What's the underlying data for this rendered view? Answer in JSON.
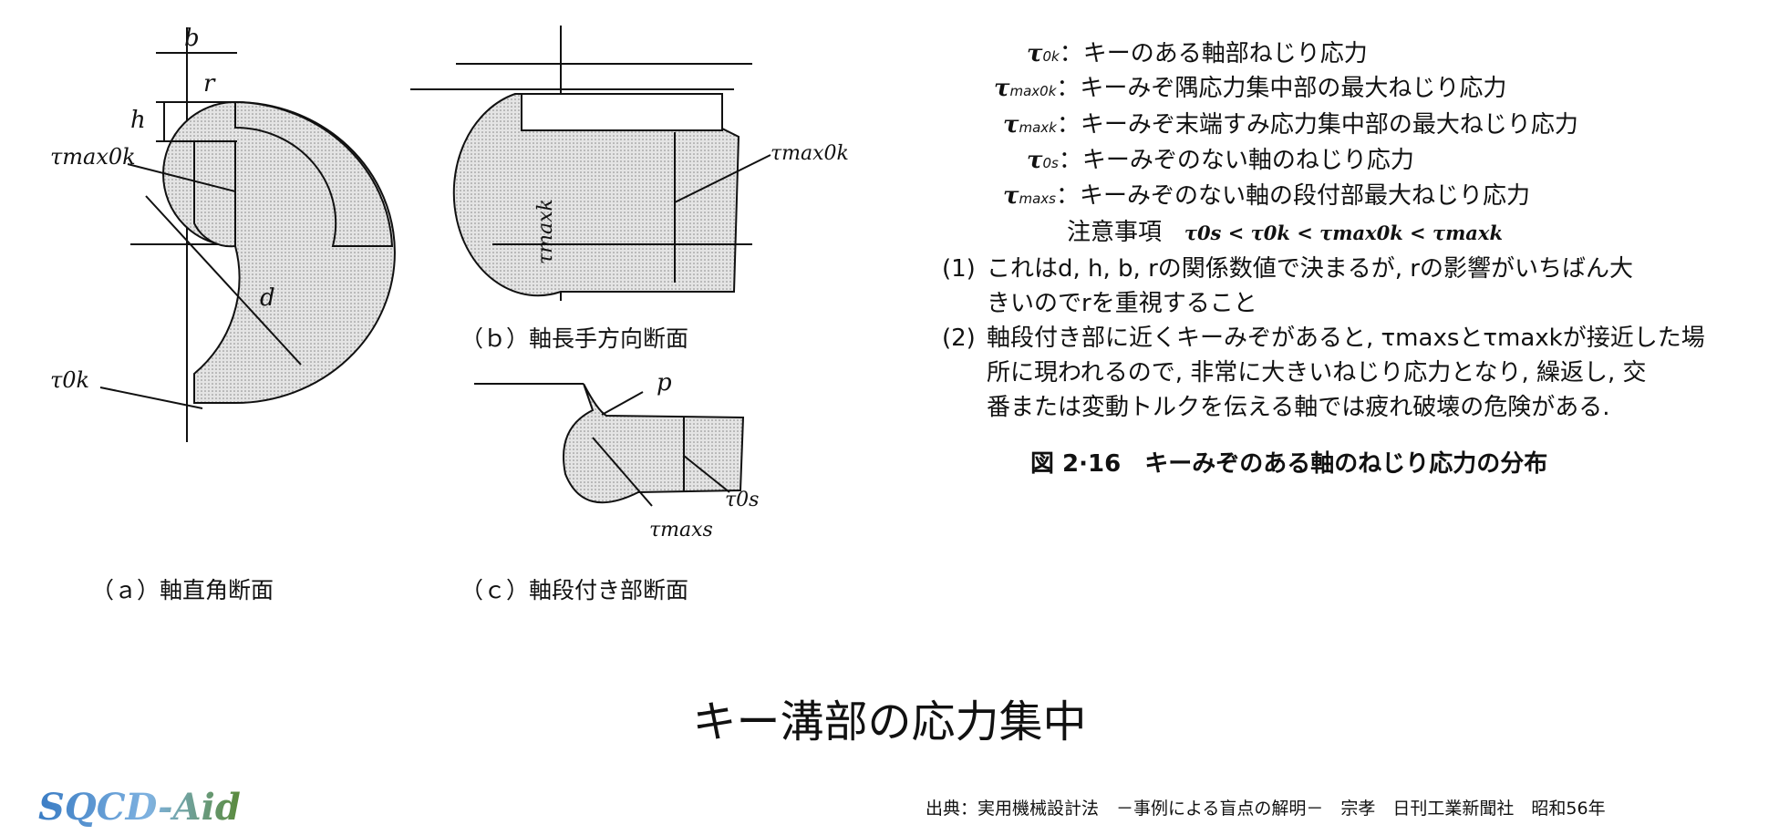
{
  "diagram_labels": {
    "b": "b",
    "r": "r",
    "h": "h",
    "d": "d",
    "p": "p",
    "tau_max0k": "τmax0k",
    "tau_0k": "τ0k",
    "tau_maxk": "τmaxk",
    "tau_0s": "τ0s",
    "tau_maxs": "τmaxs"
  },
  "captions": {
    "a": "（ａ）軸直角断面",
    "b": "（ｂ）軸長手方向断面",
    "c": "（ｃ）軸段付き部断面"
  },
  "definitions": [
    {
      "symbol": "τ",
      "sub": "0k",
      "text": "：キーのある軸部ねじり応力"
    },
    {
      "symbol": "τ",
      "sub": "max0k",
      "text": "：キーみぞ隅応力集中部の最大ねじり応力"
    },
    {
      "symbol": "τ",
      "sub": "maxk",
      "text": "：キーみぞ末端すみ応力集中部の最大ねじり応力"
    },
    {
      "symbol": "τ",
      "sub": "0s",
      "text": "：キーみぞのない軸のねじり応力"
    },
    {
      "symbol": "τ",
      "sub": "maxs",
      "text": "：キーみぞのない軸の段付部最大ねじり応力"
    }
  ],
  "caution": {
    "label": "注意事項",
    "relation": "τ0s < τ0k < τmax0k < τmaxk"
  },
  "notes": [
    {
      "num": "(1)",
      "lines": [
        "これはd, h, b, rの関係数値で決まるが, rの影響がいちばん大",
        "きいのでrを重視すること"
      ]
    },
    {
      "num": "(2)",
      "lines": [
        "軸段付き部に近くキーみぞがあると, τmaxsとτmaxkが接近した場",
        "所に現われるので, 非常に大きいねじり応力となり, 繰返し, 交",
        "番または変動トルクを伝える軸では疲れ破壊の危険がある."
      ]
    }
  ],
  "figure_caption": "図 2·16　キーみぞのある軸のねじり応力の分布",
  "title": "キー溝部の応力集中",
  "logo": "SQCD-Aid",
  "source": "出典：実用機械設計法　－事例による盲点の解明－　宗孝　日刊工業新聞社　昭和56年"
}
